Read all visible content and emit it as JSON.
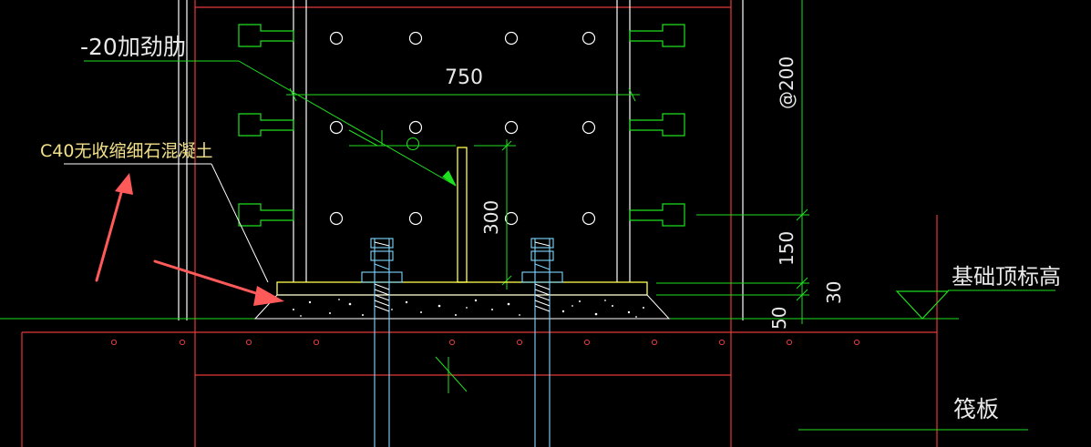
{
  "labels": {
    "stiffener": "-20加劲肋",
    "concrete": "C40无收缩细石混凝土",
    "foundation_top": "基础顶标高",
    "raft": "筏板"
  },
  "dimensions": {
    "width_750": "750",
    "height_300": "300",
    "spacing_200": "@200",
    "dim_150": "150",
    "dim_30": "30",
    "dim_50": "50"
  },
  "colors": {
    "background": "#000000",
    "outline": "#ffffff",
    "column": "#e23a3a",
    "dimension": "#1fe01f",
    "plate": "#ffff4d",
    "bolt": "#7fd8ff",
    "annotation": "#ff5a5a"
  },
  "icons": {
    "arrow": "red-arrow-icon",
    "elevation": "elevation-triangle-icon"
  }
}
